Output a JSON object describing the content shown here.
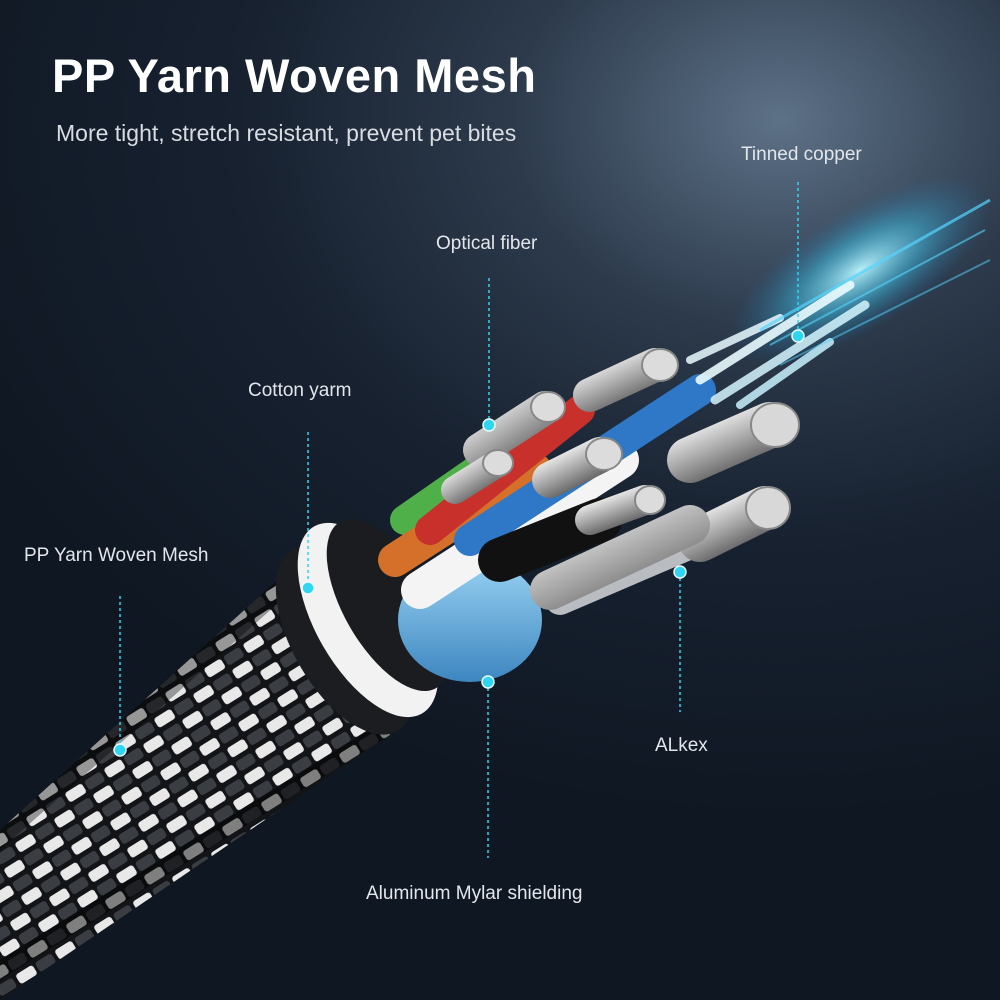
{
  "header": {
    "title": "PP Yarn Woven Mesh",
    "subtitle": "More tight, stretch resistant, prevent pet bites"
  },
  "callouts": {
    "tinned_copper": "Tinned copper",
    "optical_fiber": "Optical fiber",
    "cotton_yarn": "Cotton yarm",
    "pp_mesh": "PP Yarn Woven Mesh",
    "alkex": "ALkex",
    "mylar": "Aluminum Mylar shielding"
  },
  "colors": {
    "accent": "#2fd6f2",
    "background": "#172130",
    "mylar": "#6fb8e6",
    "wire_green": "#4fb04a",
    "wire_orange": "#d4702a",
    "wire_red": "#c8302b",
    "wire_blue": "#2f78c8"
  }
}
